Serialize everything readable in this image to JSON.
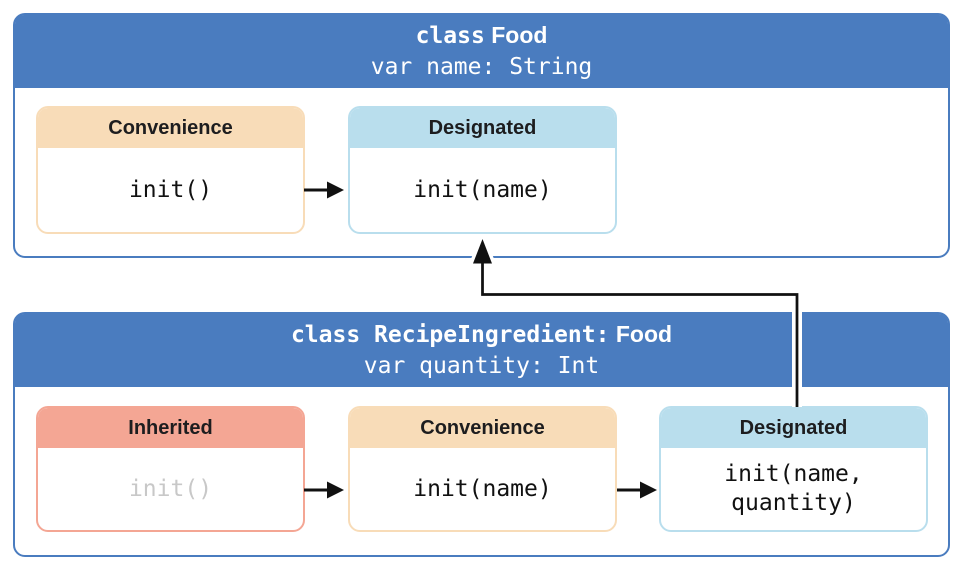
{
  "colors": {
    "class_blue": "#4a7cbf",
    "convenience_orange": "#f8dcb8",
    "designated_lightblue": "#b9deed",
    "inherited_salmon": "#f4a694",
    "disabled_text": "#c8c8c8",
    "label_ink": "#1d1d1f",
    "arrow_black": "#111111"
  },
  "classes": [
    {
      "title_keyword": "class",
      "title_name": "Food",
      "subtitle": "var name: String",
      "initializers": [
        {
          "kind": "convenience",
          "label": "Convenience",
          "signature": "init()"
        },
        {
          "kind": "designated",
          "label": "Designated",
          "signature": "init(name)"
        }
      ]
    },
    {
      "title_keyword": "class RecipeIngredient:",
      "title_name": "Food",
      "subtitle": "var quantity: Int",
      "initializers": [
        {
          "kind": "inherited",
          "label": "Inherited",
          "signature": "init()"
        },
        {
          "kind": "convenience",
          "label": "Convenience",
          "signature": "init(name)"
        },
        {
          "kind": "designated",
          "label": "Designated",
          "signature": "init(name,\nquantity)"
        }
      ]
    }
  ],
  "connections": [
    {
      "from": "Food convenience init()",
      "to": "Food designated init(name)",
      "style": "right-arrow"
    },
    {
      "from": "RecipeIngredient inherited init()",
      "to": "RecipeIngredient convenience init(name)",
      "style": "right-arrow"
    },
    {
      "from": "RecipeIngredient convenience init(name)",
      "to": "RecipeIngredient designated init(name, quantity)",
      "style": "right-arrow"
    },
    {
      "from": "RecipeIngredient designated init(name, quantity)",
      "to": "Food designated init(name)",
      "style": "elbow-up-arrow"
    }
  ]
}
